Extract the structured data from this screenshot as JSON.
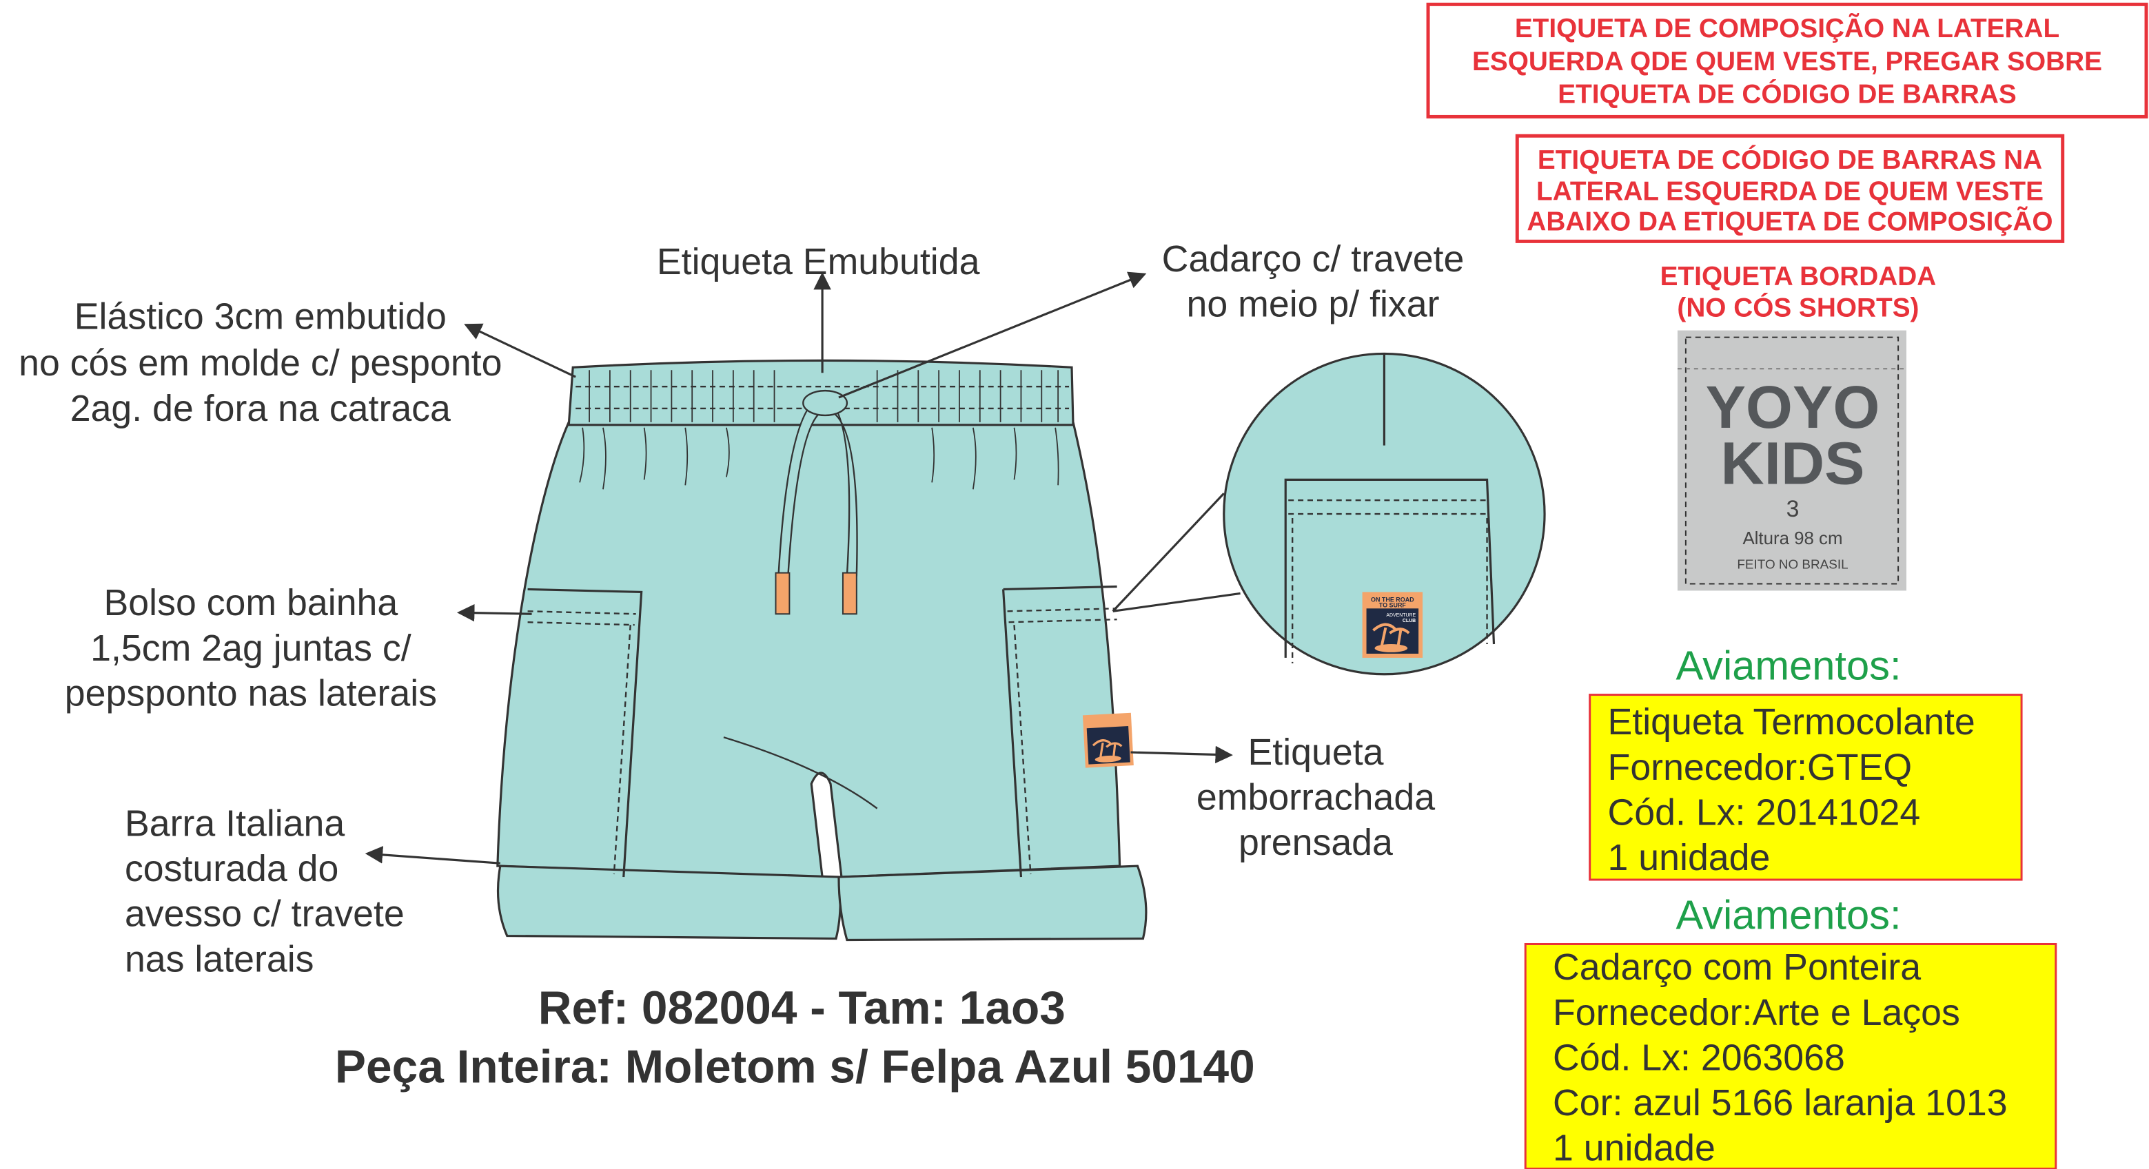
{
  "notes": {
    "composicao": [
      "ETIQUETA DE COMPOSIÇÃO NA LATERAL",
      "ESQUERDA QDE QUEM VESTE, PREGAR SOBRE",
      "ETIQUETA DE CÓDIGO DE BARRAS"
    ],
    "codigo_barras": [
      "ETIQUETA DE CÓDIGO DE BARRAS NA",
      "LATERAL ESQUERDA DE QUEM VESTE",
      "ABAIXO DA ETIQUETA DE COMPOSIÇÃO"
    ],
    "bordada": [
      "ETIQUETA BORDADA",
      "(NO CÓS SHORTS)"
    ]
  },
  "brand_label": {
    "line1": "YOYO",
    "line2": "KIDS",
    "size": "3",
    "height": "Altura 98 cm",
    "origin": "FEITO NO BRASIL"
  },
  "patch": {
    "top": [
      "ON THE ROAD",
      "TO SURF"
    ],
    "sub": [
      "ADVENTURE",
      "CLUB"
    ]
  },
  "callouts": {
    "elastico": [
      "Elástico 3cm embutido",
      "no cós em molde c/ pesponto",
      "2ag. de fora na catraca"
    ],
    "etiqueta_embutida": [
      "Etiqueta Emubutida"
    ],
    "cadarco": [
      "Cadarço c/ travete",
      "no meio p/ fixar"
    ],
    "bolso": [
      "Bolso com bainha",
      "1,5cm 2ag juntas c/",
      "pepsponto nas laterais"
    ],
    "barra": [
      "Barra Italiana",
      "costurada do",
      "avesso c/ travete",
      "nas laterais"
    ],
    "emborrachada": [
      "Etiqueta",
      "emborrachada",
      "prensada"
    ]
  },
  "reference": {
    "line1": "Ref: 082004 - Tam: 1ao3",
    "line2": "Peça Inteira: Moletom s/ Felpa Azul 50140"
  },
  "aviamentos": [
    {
      "title": "Aviamentos:",
      "lines": [
        "Etiqueta Termocolante",
        "Fornecedor:GTEQ",
        "Cód. Lx: 20141024",
        "1 unidade"
      ]
    },
    {
      "title": "Aviamentos:",
      "lines": [
        "Cadarço com Ponteira",
        "Fornecedor:Arte e Laços",
        "Cód. Lx: 2063068",
        "Cor: azul 5166 laranja 1013",
        "1 unidade"
      ]
    }
  ],
  "colors": {
    "fabric": "#a9dcd8",
    "red": "#e8323a",
    "yellow": "#ffff00",
    "green": "#1ea04a",
    "orange": "#f4a46a",
    "navy": "#1f2a44"
  }
}
